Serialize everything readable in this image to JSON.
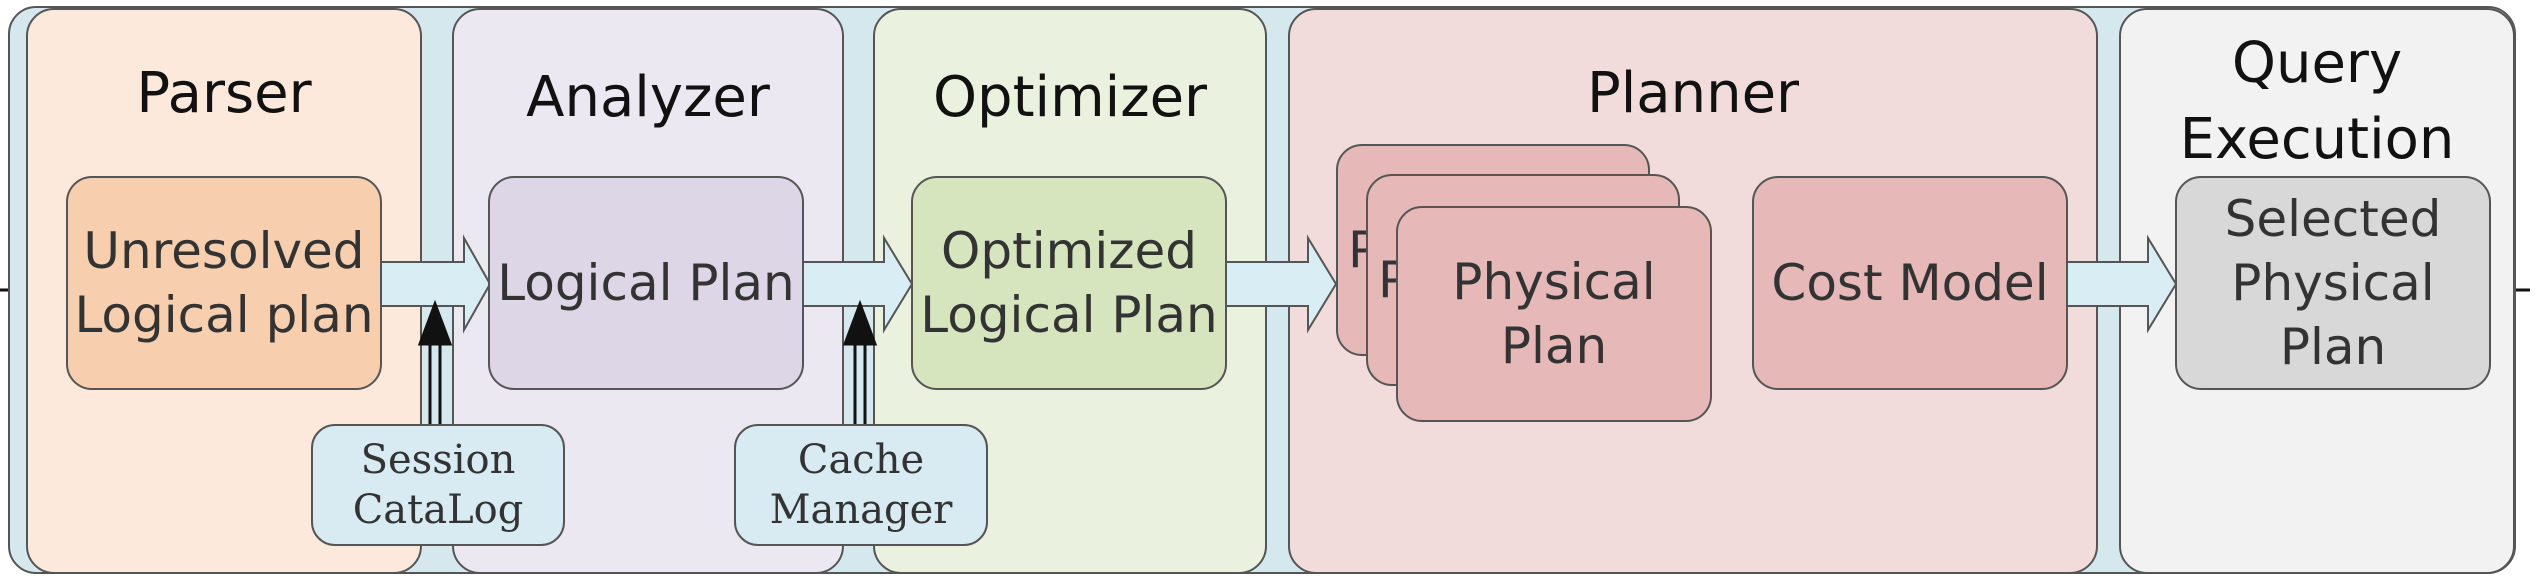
{
  "stages": {
    "parser": {
      "title": "Parser",
      "box": "Unresolved\nLogical plan"
    },
    "analyzer": {
      "title": "Analyzer",
      "box": "Logical Plan"
    },
    "optimizer": {
      "title": "Optimizer",
      "box": "Optimized\nLogical Plan"
    },
    "planner": {
      "title": "Planner",
      "stack_back_1": "P",
      "stack_back_2": "P",
      "stack_front": "Physical Plan",
      "cost_model": "Cost Model"
    },
    "execution": {
      "title": "Query\nExecution",
      "box": "Selected\nPhysical Plan"
    }
  },
  "inputs": {
    "session_catalog": "Session\nCataLog",
    "cache_manager": "Cache\nManager"
  },
  "colors": {
    "background": "#d5e8ee",
    "parser": "#fce9dc",
    "parser_box": "#f8cfae",
    "analyzer": "#ece8f1",
    "analyzer_box": "#dcd6e6",
    "optimizer": "#eaf1de",
    "optimizer_box": "#d7e5bf",
    "planner": "#f2dcdb",
    "planner_box": "#e6b8b7",
    "execution": "#f2f2f2",
    "execution_box": "#d8d8d8",
    "arrow_fill": "#d8eef4"
  }
}
